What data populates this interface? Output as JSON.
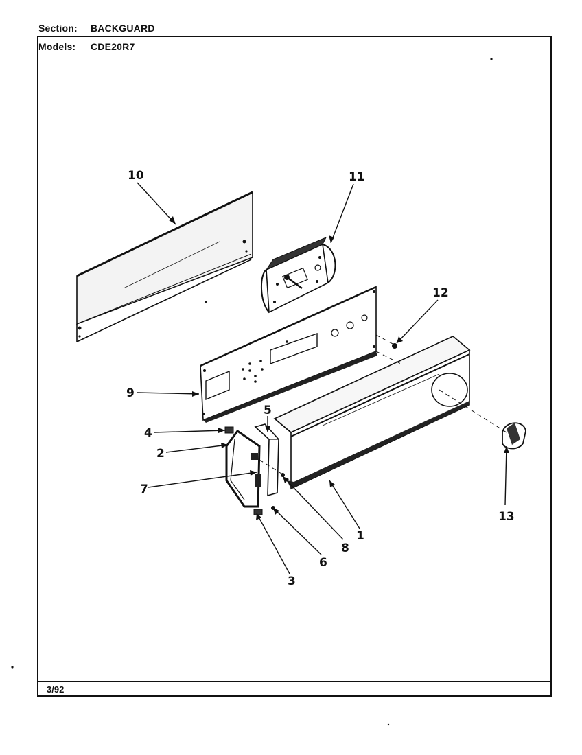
{
  "header": {
    "section_label": "Section:",
    "section_value": "BACKGUARD",
    "models_label": "Models:",
    "models_value": "CDE20R7"
  },
  "footer": {
    "date": "3/92"
  },
  "callouts": {
    "c1": "1",
    "c2": "2",
    "c3": "3",
    "c4": "4",
    "c5": "5",
    "c6": "6",
    "c7": "7",
    "c8": "8",
    "c9": "9",
    "c10": "10",
    "c11": "11",
    "c12": "12",
    "c13": "13"
  }
}
